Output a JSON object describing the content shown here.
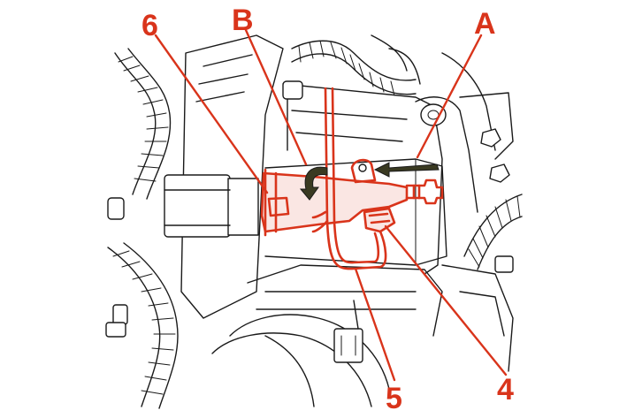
{
  "callouts": [
    {
      "id": "6",
      "label": "6"
    },
    {
      "id": "B",
      "label": "B"
    },
    {
      "id": "A",
      "label": "A"
    },
    {
      "id": "5",
      "label": "5"
    },
    {
      "id": "4",
      "label": "4"
    }
  ],
  "colors": {
    "callout": "#d9341b",
    "line_art": "#1a1a1a",
    "arrow_fill": "#3a3a22",
    "background": "#ffffff"
  }
}
